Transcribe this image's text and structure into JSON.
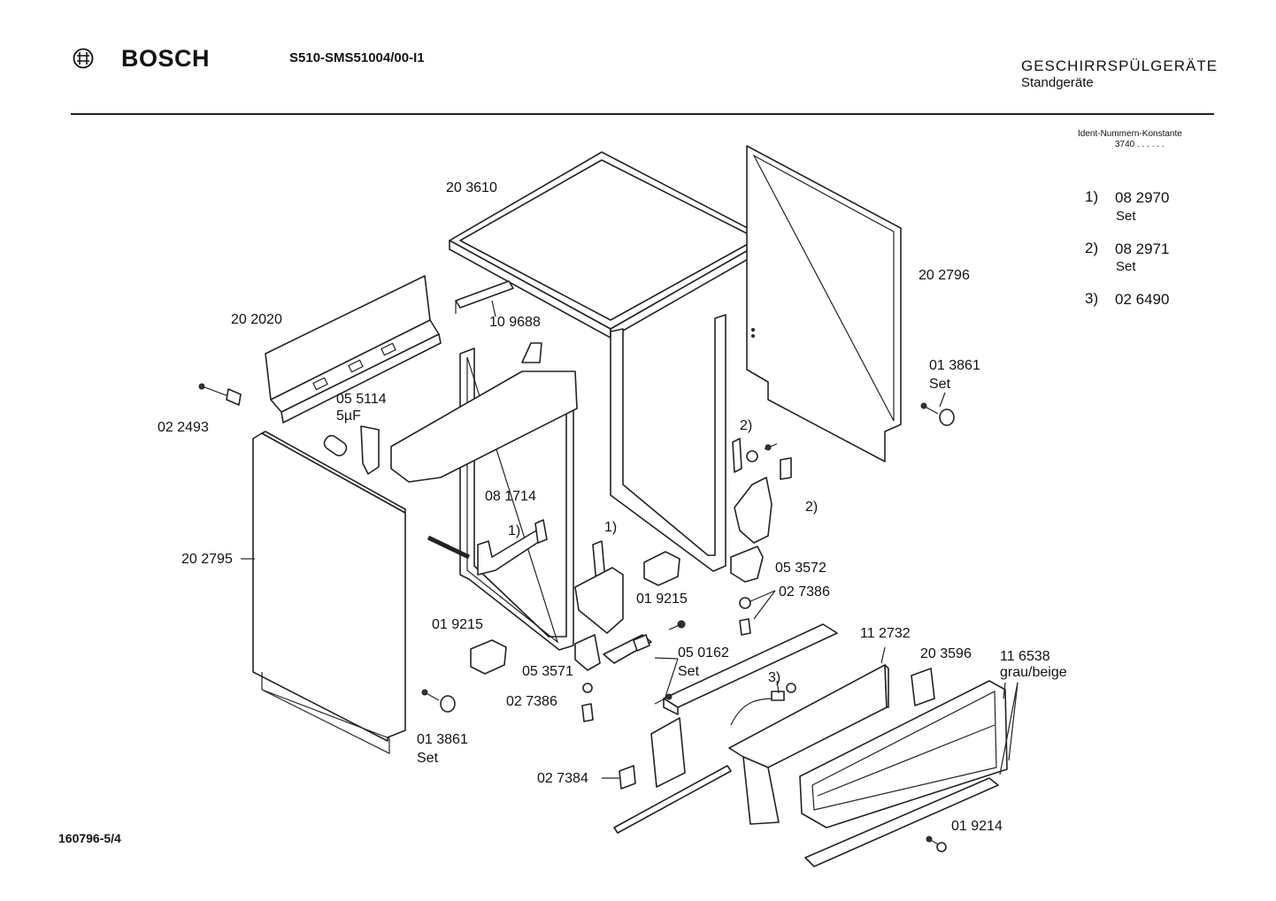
{
  "header": {
    "brand": "BOSCH",
    "model": "S510-SMS51004/00-I1",
    "category": "GESCHIRRSPÜLGERÄTE",
    "subcategory": "Standgeräte"
  },
  "ident": {
    "label": "Ident-Nummern-Konstante",
    "value": "3740  . .   . . . ."
  },
  "footnotes": [
    {
      "num": "1)",
      "code": "08 2970",
      "set": "Set"
    },
    {
      "num": "2)",
      "code": "08 2971",
      "set": "Set"
    },
    {
      "num": "3)",
      "code": "02 6490",
      "set": ""
    }
  ],
  "footer": {
    "drawing_number": "160796-5/4"
  },
  "part_labels": {
    "p203610": "20 3610",
    "p109688": "10 9688",
    "p202020": "20 2020",
    "p202796": "20 2796",
    "p013861_right": "01 3861",
    "set_right": "Set",
    "p022493": "02 2493",
    "p055114": "05 5114",
    "cap": "5µF",
    "p081714": "08 1714",
    "ref1_left": "1)",
    "ref1_mid": "1)",
    "ref2_top": "2)",
    "ref2_mid": "2)",
    "ref3": "3)",
    "p202795": "20 2795",
    "p019215_mid": "01 9215",
    "p053572": "05 3572",
    "p027386_right": "02 7386",
    "p019215_left": "01 9215",
    "p050162": "05 0162",
    "set_mid": "Set",
    "p053571": "05 3571",
    "p027386_left": "02 7386",
    "p112732": "11 2732",
    "p203596": "20 3596",
    "p116538": "11 6538",
    "color": "grau/beige",
    "p013861_left": "01 3861",
    "set_left": "Set",
    "p027384": "02 7384",
    "p019214": "01 9214"
  }
}
